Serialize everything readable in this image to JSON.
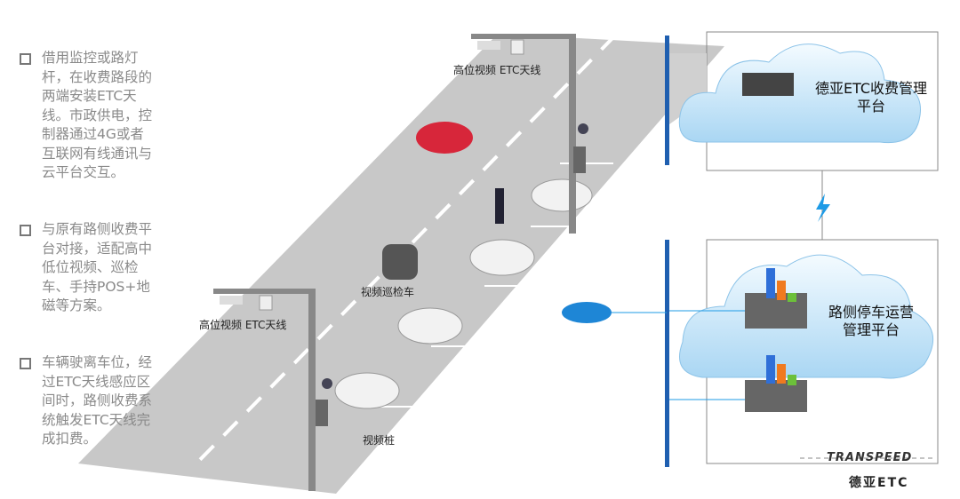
{
  "bullets": [
    "借用监控或路灯杆，在收费路段的两端安装ETC天线。市政供电，控制器通过4G或者互联网有线通讯与云平台交互。",
    "与原有路侧收费平台对接，适配高中低位视频、巡检车、手持POS+地磁等方案。",
    "车辆驶离车位，经过ETC天线感应区间时，路侧收费系统触发ETC天线完成扣费。"
  ],
  "labels": {
    "pole_top": "高位视频 ETC天线",
    "pole_bottom": "高位视频 ETC天线",
    "patrol": "视频巡检车",
    "video_pile": "视频桩"
  },
  "platforms": {
    "etc_line1": "德亚ETC收费管理",
    "etc_line2": "平台",
    "parking_line1": "路侧停车运营",
    "parking_line2": "管理平台"
  },
  "logo": {
    "brand": "TRANSPEED",
    "name": "德亚ETC"
  },
  "colors": {
    "road": "#c9c9c9",
    "bar": "#1f5fb0",
    "cloud": "#bfe0f7",
    "accent": "#1e9be6"
  }
}
